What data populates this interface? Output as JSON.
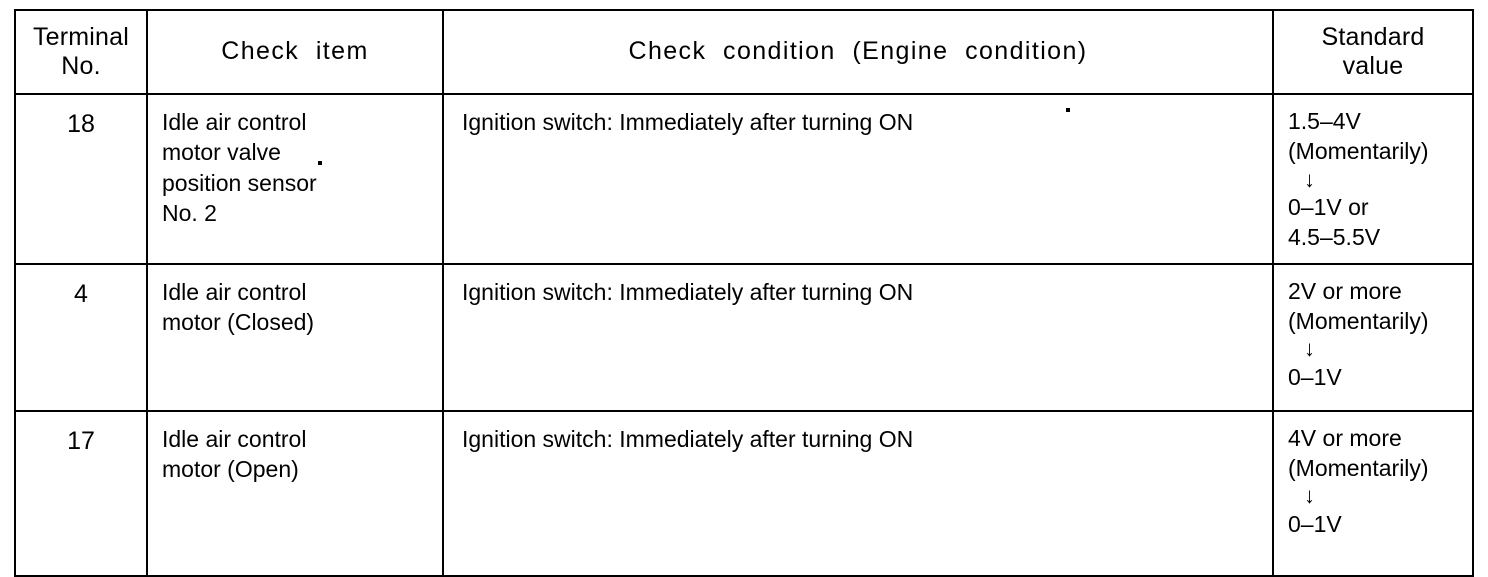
{
  "table": {
    "title": "Terminal check table",
    "columns": [
      {
        "key": "terminal_no",
        "header_lines": [
          "Terminal",
          "No."
        ]
      },
      {
        "key": "check_item",
        "header_lines": [
          "Check  item"
        ]
      },
      {
        "key": "check_condition",
        "header_lines": [
          "Check  condition  (Engine  condition)"
        ]
      },
      {
        "key": "standard_value",
        "header_lines": [
          "Standard",
          "value"
        ]
      }
    ],
    "rows": [
      {
        "terminal_no": "18",
        "check_item_lines": [
          "Idle air control",
          "motor valve",
          "position sensor",
          "No. 2"
        ],
        "check_condition_lines": [
          "Ignition switch: Immediately after turning ON"
        ],
        "standard_value": {
          "before_lines": [
            "1.5–4V",
            "(Momentarily)"
          ],
          "arrow": "↓",
          "after_lines": [
            "0–1V or",
            "4.5–5.5V"
          ]
        }
      },
      {
        "terminal_no": "4",
        "check_item_lines": [
          "Idle air control",
          "motor (Closed)"
        ],
        "check_condition_lines": [
          "Ignition switch: Immediately after turning ON"
        ],
        "standard_value": {
          "before_lines": [
            "2V or more",
            "(Momentarily)"
          ],
          "arrow": "↓",
          "after_lines": [
            "0–1V"
          ]
        }
      },
      {
        "terminal_no": "17",
        "check_item_lines": [
          "Idle air control",
          "motor (Open)"
        ],
        "check_condition_lines": [
          "Ignition switch: Immediately after turning ON"
        ],
        "standard_value": {
          "before_lines": [
            "4V or more",
            "(Momentarily)"
          ],
          "arrow": "↓",
          "after_lines": [
            "0–1V"
          ]
        }
      }
    ]
  },
  "colors": {
    "ink": "#000000",
    "paper": "#ffffff"
  }
}
